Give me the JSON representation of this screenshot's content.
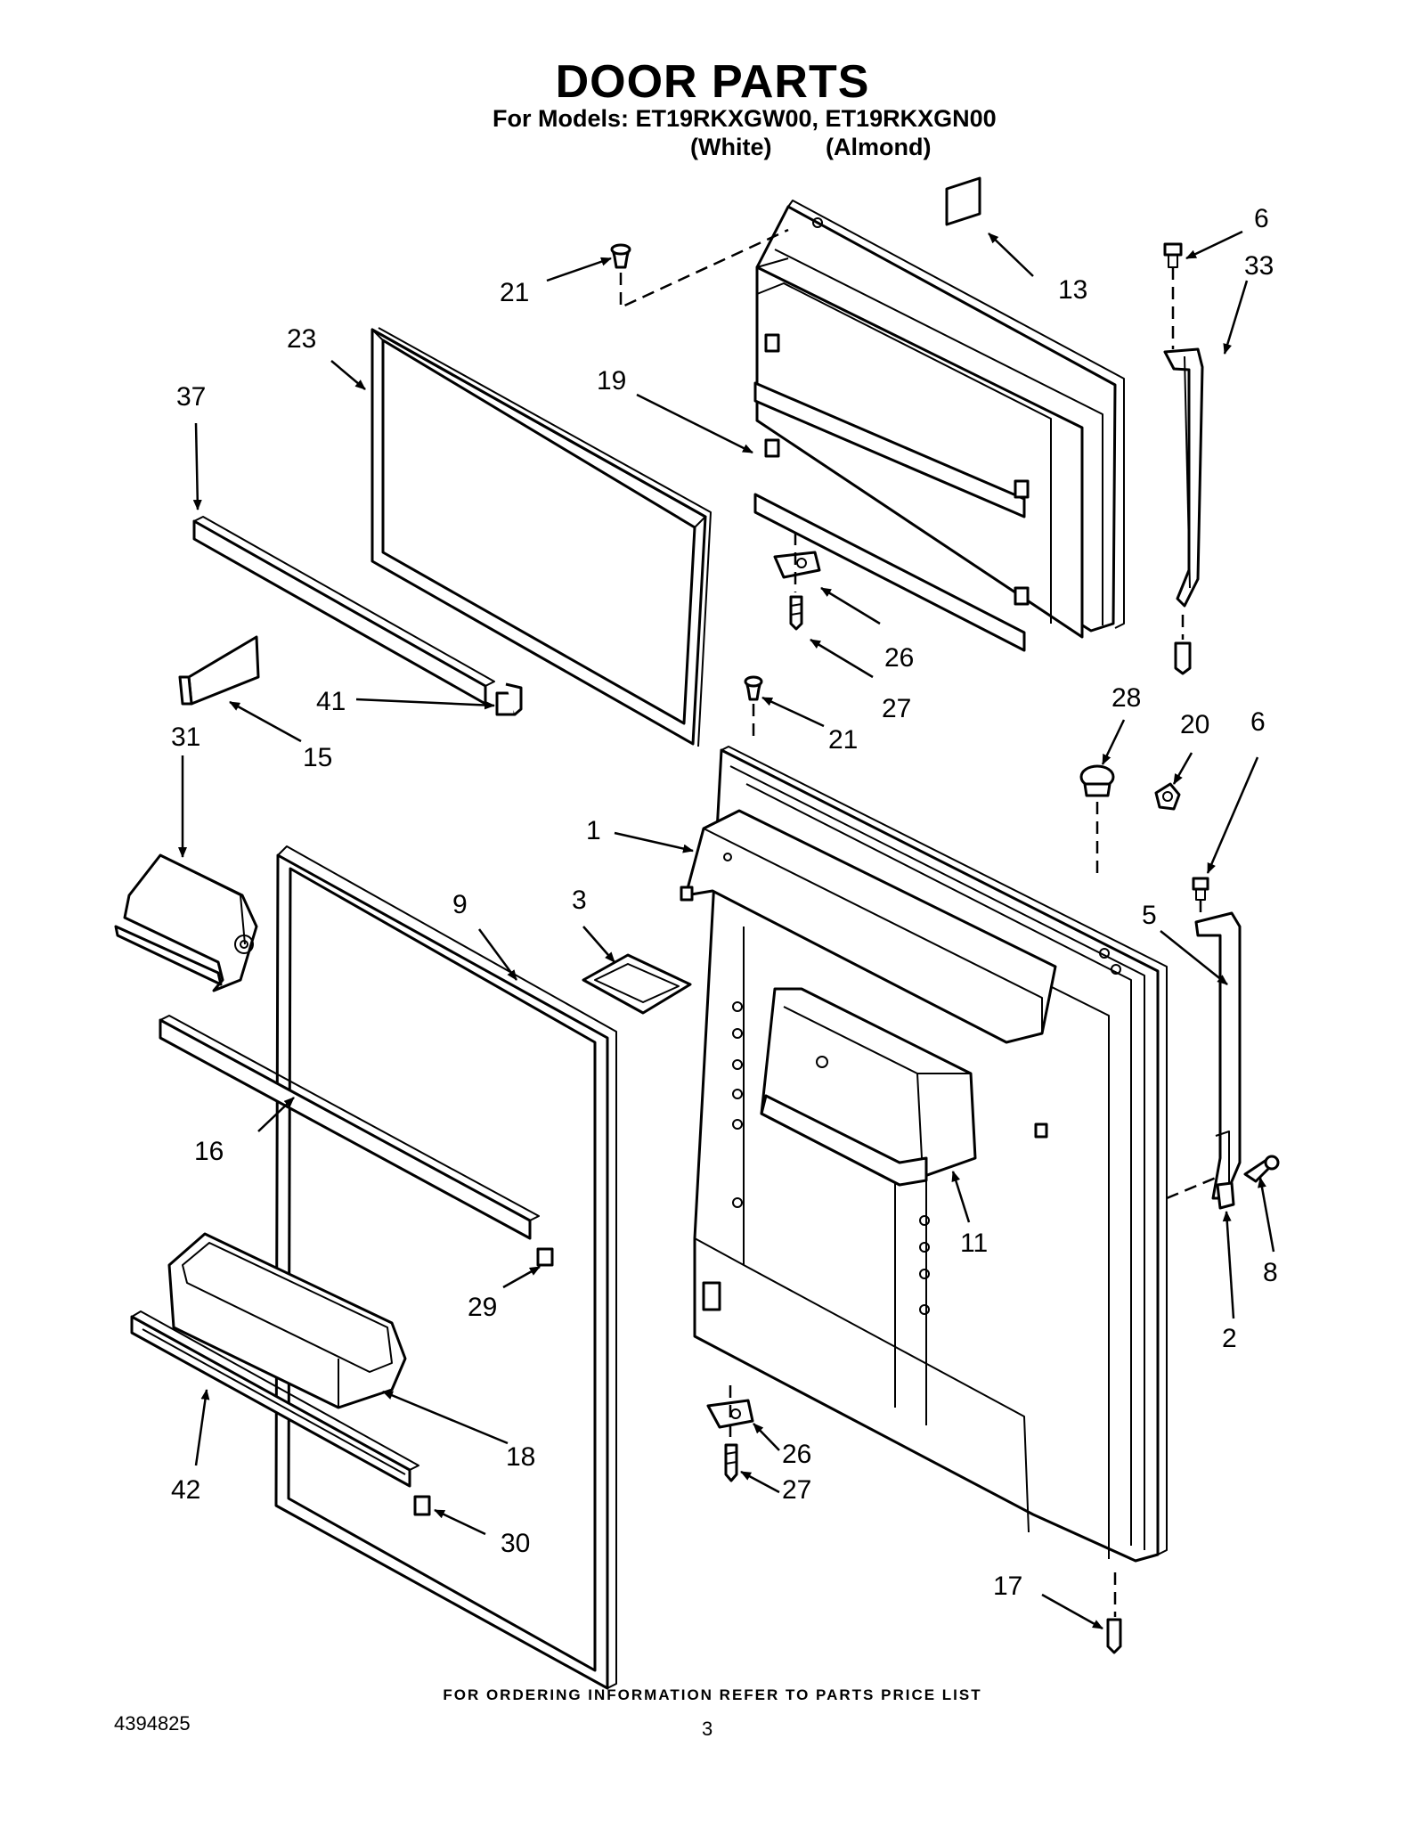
{
  "header": {
    "title": "DOOR PARTS",
    "models_line": "For Models: ET19RKXGW00, ET19RKXGN00",
    "color_white": "(White)",
    "color_almond": "(Almond)"
  },
  "callouts": [
    "21",
    "23",
    "19",
    "13",
    "6",
    "33",
    "37",
    "41",
    "15",
    "31",
    "26",
    "27",
    "21",
    "28",
    "20",
    "6",
    "1",
    "3",
    "9",
    "5",
    "16",
    "11",
    "8",
    "29",
    "2",
    "18",
    "26",
    "27",
    "42",
    "30",
    "17"
  ],
  "footer": {
    "ordering_note": "FOR ORDERING INFORMATION REFER TO PARTS PRICE LIST",
    "document_number": "4394825",
    "page_number": "3"
  }
}
